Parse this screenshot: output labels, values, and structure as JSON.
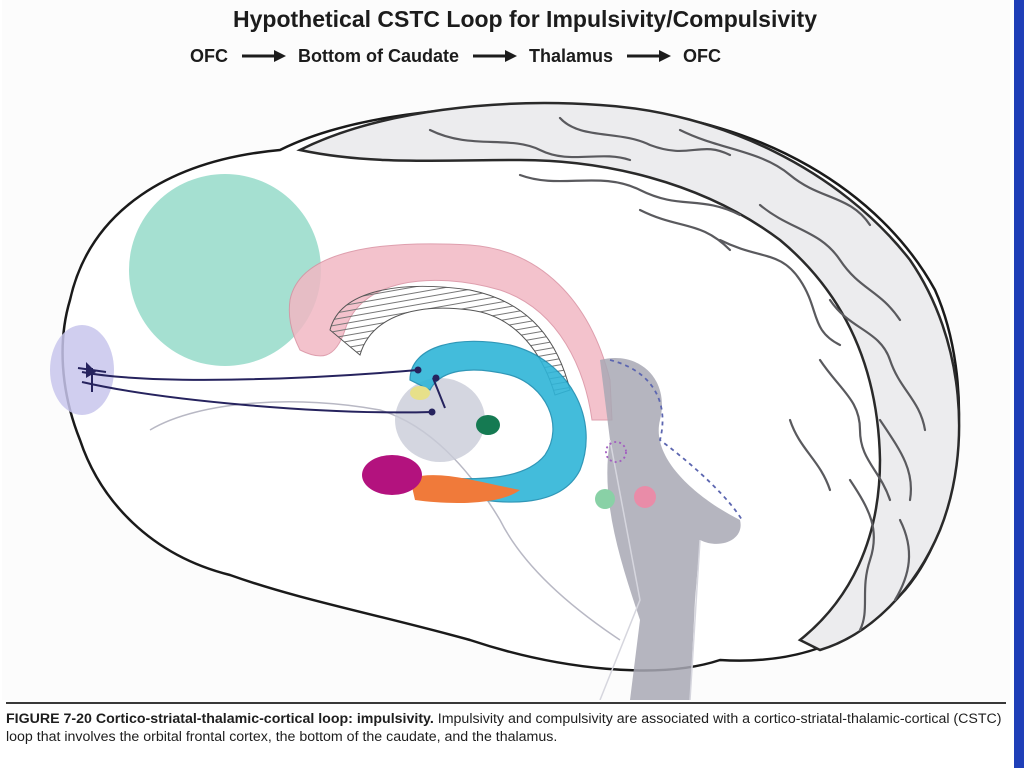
{
  "title": "Hypothetical CSTC Loop for Impulsivity/Compulsivity",
  "flow": [
    "OFC",
    "Bottom of Caudate",
    "Thalamus",
    "OFC"
  ],
  "caption": {
    "label": "FIGURE 7-20",
    "heading": "Cortico-striatal-thalamic-cortical loop: impulsivity.",
    "body": "Impulsivity and compulsivity are associated with a cortico-striatal-thalamic-cortical (CSTC) loop that involves the orbital frontal cortex, the bottom of the caudate, and the thalamus."
  },
  "colors": {
    "ofc": "#c8c6ec",
    "prefrontal_circle": "#8fd8c6",
    "corpus_callosum": "#f2b8c4",
    "caudate": "#2fb5d8",
    "amygdala": "#b3127e",
    "tail_orange": "#f07a3a",
    "pathway": "#26235e",
    "brainstem": "#a8a8b4",
    "right_bar": "#1f3fb8"
  }
}
